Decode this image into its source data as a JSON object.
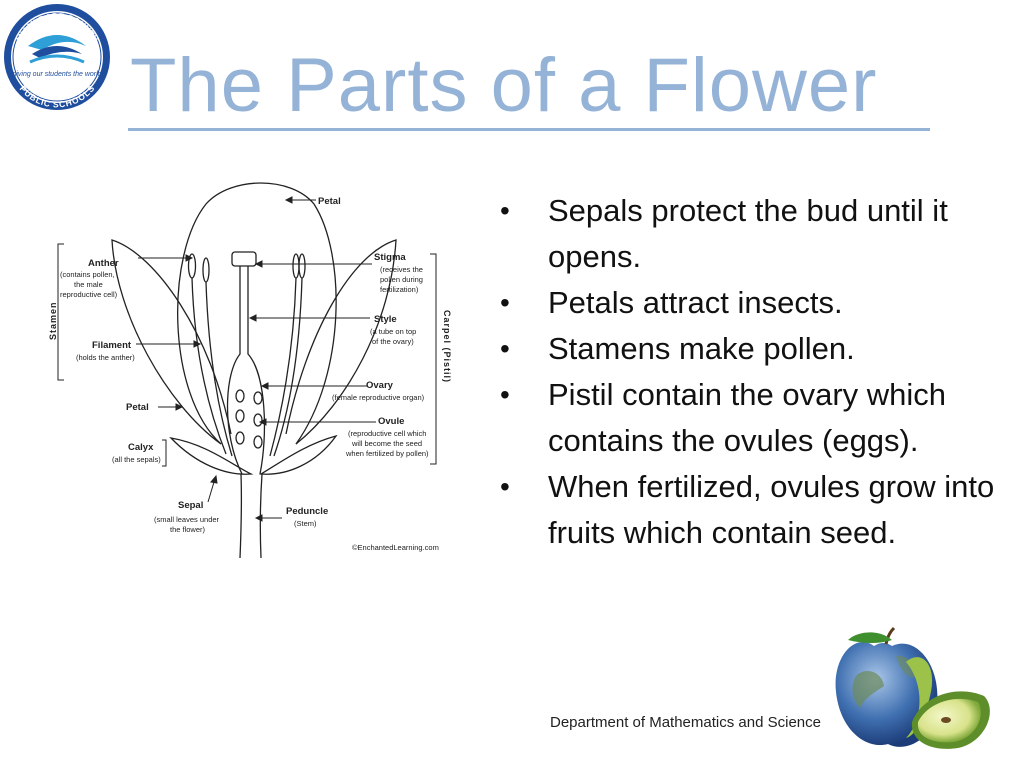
{
  "logo": {
    "top_text": "MIAMI-DADE COUNTY",
    "center_text": "giving our students the world",
    "bottom_text": "PUBLIC SCHOOLS"
  },
  "title": "The Parts of a Flower",
  "diagram": {
    "labels": {
      "petal_top": "Petal",
      "anther": "Anther",
      "anther_desc_1": "(contains pollen,",
      "anther_desc_2": "the male",
      "anther_desc_3": "reproductive cell)",
      "stamen": "Stamen",
      "filament": "Filament",
      "filament_desc": "(holds the anther)",
      "petal_left": "Petal",
      "calyx": "Calyx",
      "calyx_desc": "(all the sepals)",
      "sepal": "Sepal",
      "sepal_desc_1": "(small leaves under",
      "sepal_desc_2": "the flower)",
      "stigma": "Stigma",
      "stigma_desc_1": "(receives the",
      "stigma_desc_2": "pollen during",
      "stigma_desc_3": "fertilization)",
      "style": "Style",
      "style_desc_1": "(a tube on top",
      "style_desc_2": "of the ovary)",
      "carpel": "Carpel (Pistil)",
      "ovary": "Ovary",
      "ovary_desc": "(female reproductive organ)",
      "ovule": "Ovule",
      "ovule_desc_1": "(reproductive cell which",
      "ovule_desc_2": "will become the seed",
      "ovule_desc_3": "when fertilized by pollen)",
      "peduncle": "Peduncle",
      "peduncle_desc": "(Stem)",
      "credit": "©EnchantedLearning.com"
    }
  },
  "bullets": [
    "Sepals protect the bud until it opens.",
    "Petals attract insects.",
    "Stamens make pollen.",
    "Pistil contain the  ovary which contains the ovules (eggs).",
    "When fertilized, ovules grow into fruits which contain seed."
  ],
  "bullet_symbol": "•",
  "footer": "Department of Mathematics and Science",
  "colors": {
    "title": "#95b3d7",
    "logo_blue": "#1f4e9e",
    "logo_light": "#2f9fd8"
  }
}
